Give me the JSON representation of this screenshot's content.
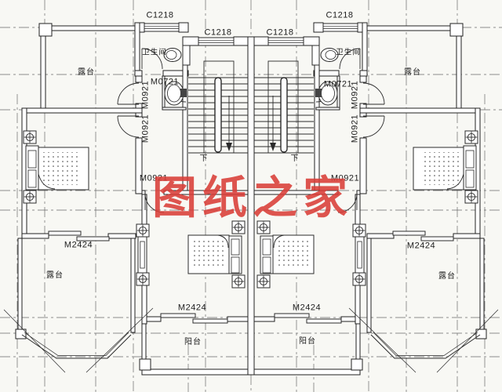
{
  "drawing": {
    "type": "architectural-floor-plan",
    "colors": {
      "line": "#2b2b2b",
      "grid": "#6a6a6a",
      "watermark_red": "#d83c37",
      "paper": "#f8f8f4"
    },
    "watermark": "图纸之家",
    "labels": {
      "c1218_bath_left": "C1218",
      "c1218_stair_left": "C1218",
      "c1218_stair_right": "C1218",
      "c1218_bath_right": "C1218",
      "bathroom_left": "卫生间",
      "bathroom_right": "卫生间",
      "m0721_left": "M0721",
      "m0721_right": "M0721",
      "m0921_left_upper": "M0921",
      "m0921_left_lower": "M0921",
      "m0921_left_hall": "M0921",
      "m0921_right_upper": "M0921",
      "m0921_right_lower": "M0921",
      "m0921_right_hall": "M0921",
      "down_left": "下",
      "down_right": "下",
      "terrace_top_left": "露台",
      "terrace_top_right": "露台",
      "terrace_bottom_left": "露台",
      "terrace_bottom_right": "露台",
      "m2424_room_left": "M2424",
      "m2424_room_right": "M2424",
      "m2424_balcony_left": "M2424",
      "m2424_balcony_right": "M2424",
      "balcony_left": "阳台",
      "balcony_right": "阳台"
    }
  }
}
